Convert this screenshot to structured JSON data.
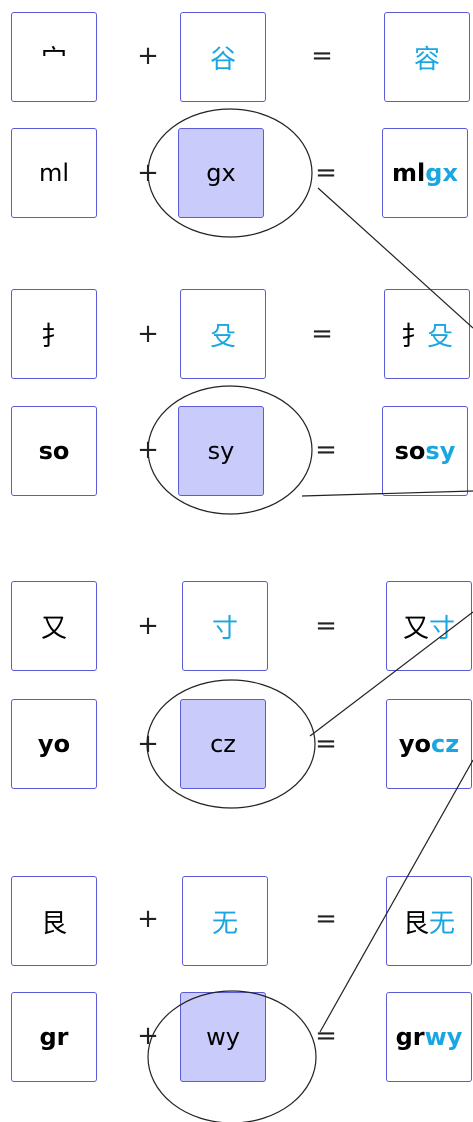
{
  "colors": {
    "box_border": "#5b5bd6",
    "highlight": "#c9cbfb",
    "accent": "#1aa6e0",
    "line": "#222222"
  },
  "plus_symbol": "+",
  "equals_symbol": "=",
  "groups": [
    {
      "char_row": {
        "left": "宀",
        "right": "谷",
        "result": "容"
      },
      "code_row": {
        "left": "ml",
        "right": "gx",
        "result_prefix": "ml",
        "result_suffix": "gx"
      }
    },
    {
      "char_row": {
        "left": "扌",
        "right": "殳",
        "result_prefix": "扌",
        "result_suffix": "殳"
      },
      "code_row": {
        "left": "so",
        "right": "sy",
        "result_prefix": "so",
        "result_suffix": "sy"
      }
    },
    {
      "char_row": {
        "left": "又",
        "right": "寸",
        "result_prefix": "又",
        "result_suffix": "寸"
      },
      "code_row": {
        "left": "yo",
        "right": "cz",
        "result_prefix": "yo",
        "result_suffix": "cz"
      }
    },
    {
      "char_row": {
        "left": "艮",
        "right": "无",
        "result_prefix": "艮",
        "result_suffix": "无"
      },
      "code_row": {
        "left": "gr",
        "right": "wy",
        "result_prefix": "gr",
        "result_suffix": "wy"
      }
    }
  ]
}
